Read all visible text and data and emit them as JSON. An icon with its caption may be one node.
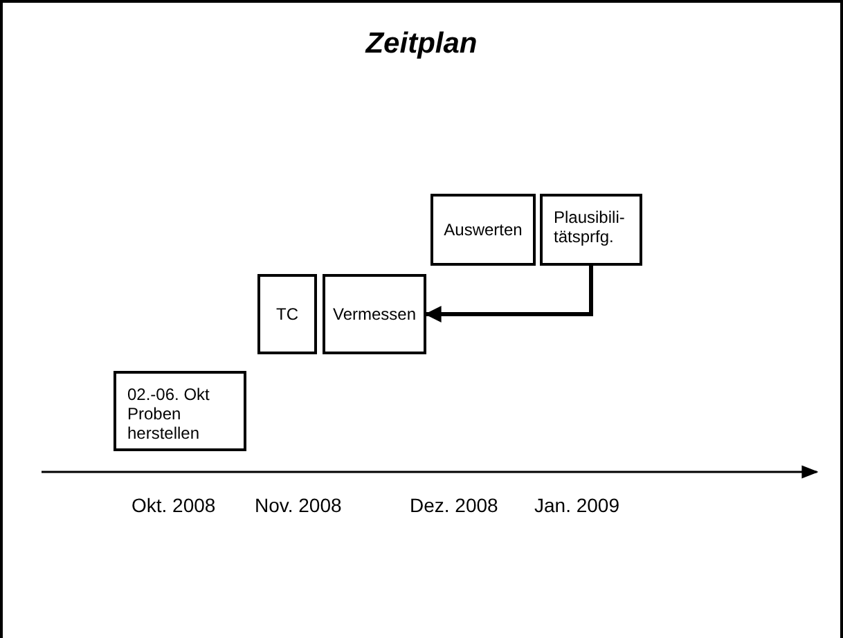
{
  "diagram": {
    "title": "Zeitplan",
    "nodes": [
      {
        "text": [
          "02.-06. Okt Proben herstellen"
        ]
      },
      {
        "text": [
          "TC"
        ]
      },
      {
        "text": [
          "Vermessen"
        ]
      },
      {
        "text": [
          "Auswerten"
        ]
      },
      {
        "text": [
          "Plausibili-tätsprfg."
        ]
      }
    ],
    "edges": [
      {
        "from": 4,
        "to": 2,
        "arrow": "to"
      }
    ],
    "labels": [
      "Okt. 2008",
      "Nov. 2008",
      "Dez. 2008",
      "Jan. 2009"
    ]
  }
}
